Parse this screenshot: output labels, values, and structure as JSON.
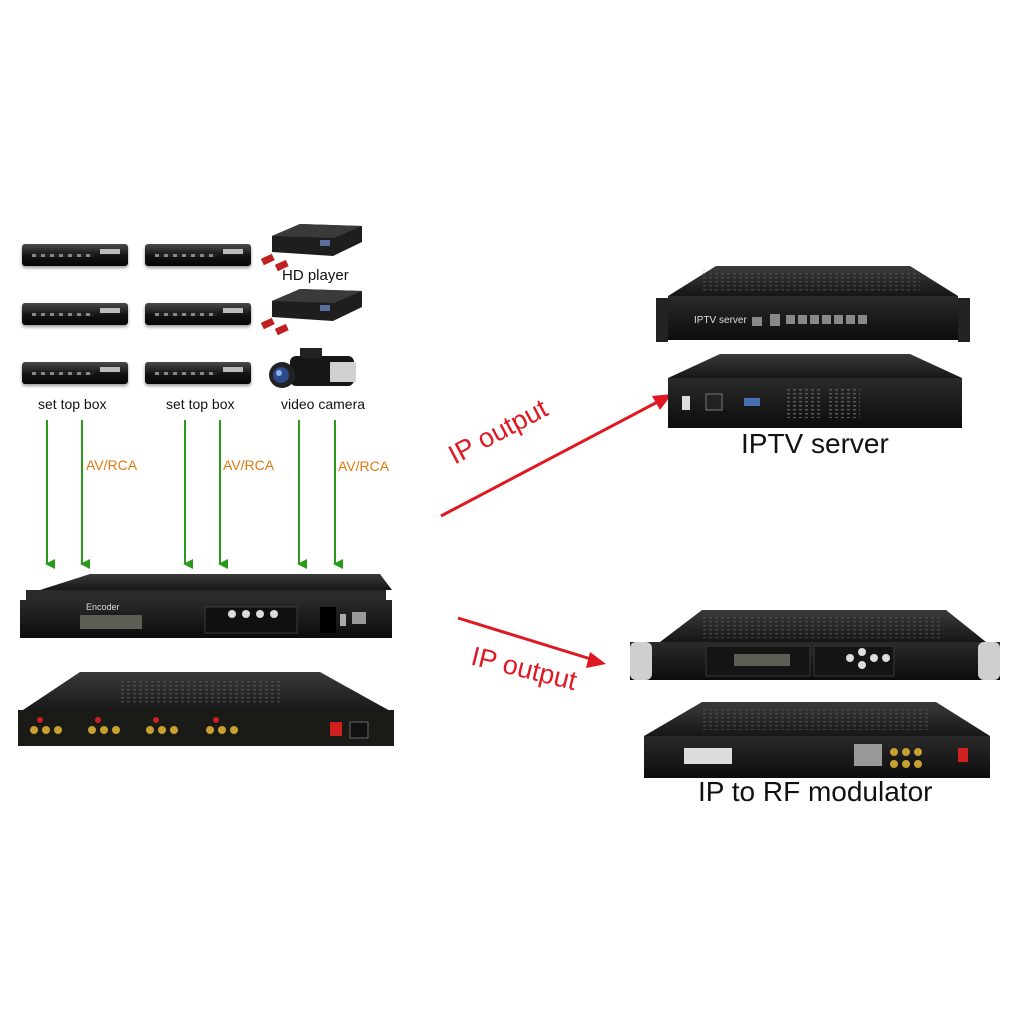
{
  "labels": {
    "hd_player": "HD player",
    "set_top_box_1": "set top box",
    "set_top_box_2": "set top box",
    "video_camera": "video camera",
    "av_rca_1": "AV/RCA",
    "av_rca_2": "AV/RCA",
    "av_rca_3": "AV/RCA",
    "ip_output_top": "IP output",
    "ip_output_bottom": "IP output",
    "iptv_server": "IPTV server",
    "ip_to_rf": "IP to RF modulator",
    "encoder_panel": "Encoder",
    "iptv_panel": "IPTV server"
  },
  "colors": {
    "arrow_green": "#2a9a1a",
    "arrow_red": "#e01822",
    "label_orange": "#e07a10",
    "device_body": "#1c1c1c"
  }
}
